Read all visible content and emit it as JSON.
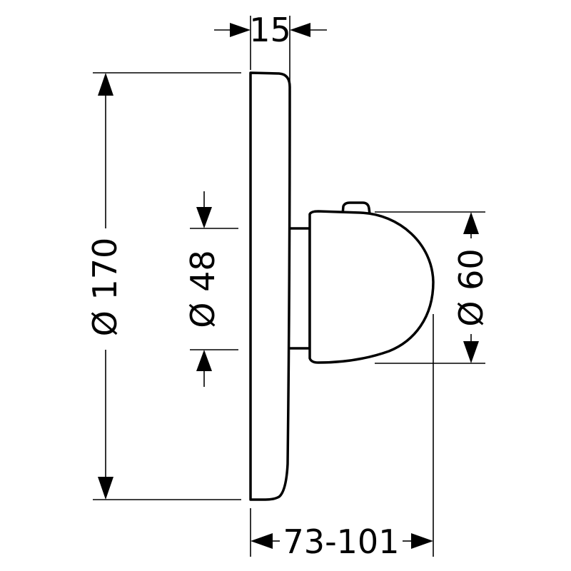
{
  "dimensions": {
    "plate_thickness": "15",
    "plate_diameter": "Ø 170",
    "spindle_diameter": "Ø 48",
    "handle_diameter": "Ø 60",
    "projection_range": "73-101"
  },
  "colors": {
    "line": "#000000",
    "background": "#ffffff"
  }
}
